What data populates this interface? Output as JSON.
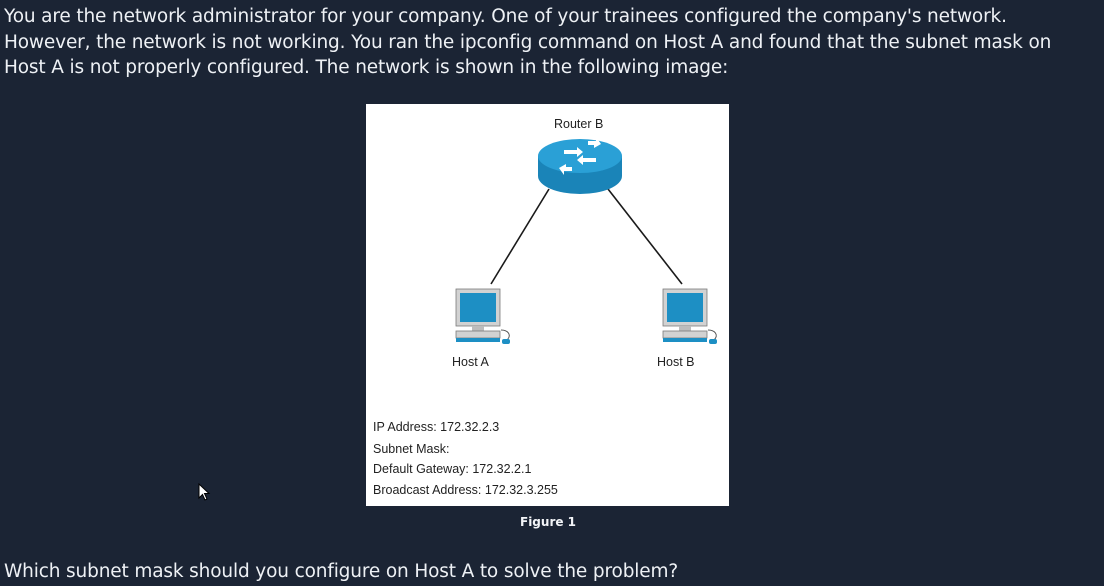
{
  "intro_text": "You are the network administrator for your company. One of your trainees configured the company's network. However, the network is not working. You ran the ipconfig command on Host A and found that the subnet mask on Host A is not properly configured. The network is shown in the following image:",
  "figure": {
    "router_label": "Router B",
    "host_a_label": "Host A",
    "host_b_label": "Host B",
    "config": {
      "ip_address": "IP Address: 172.32.2.3",
      "subnet_mask": "Subnet Mask:",
      "default_gateway": "Default Gateway: 172.32.2.1",
      "broadcast_address": "Broadcast Address: 172.32.3.255"
    },
    "caption": "Figure 1"
  },
  "question_text": "Which subnet mask should you configure on Host A to solve the problem?",
  "colors": {
    "background": "#1b2434",
    "router_blue": "#1f8fc2",
    "host_blue": "#1d8fc4"
  },
  "icons": [
    "router-icon",
    "computer-icon",
    "mouse-cursor-icon"
  ]
}
